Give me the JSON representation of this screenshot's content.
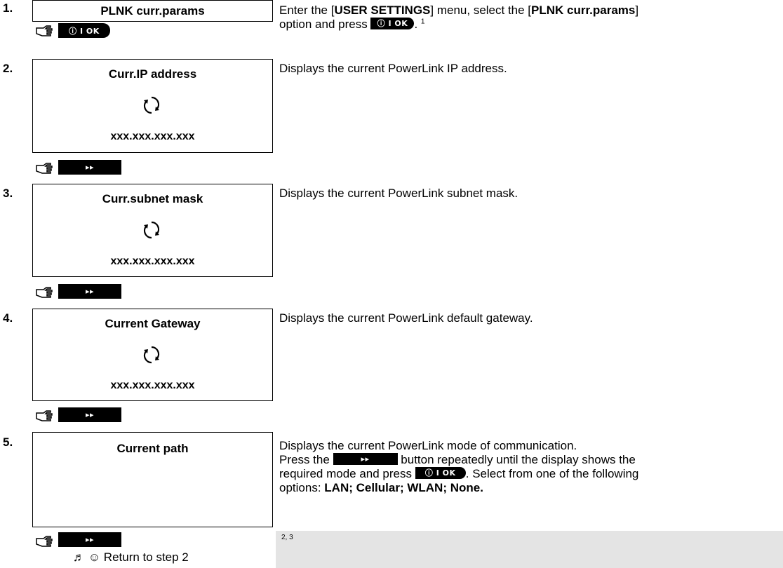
{
  "steps": [
    {
      "number": "1.",
      "display_title": "PLNK curr.params",
      "desc_pre": "Enter the [",
      "desc_menu": "USER SETTINGS",
      "desc_mid": "] menu, select the [",
      "desc_option": "PLNK curr.params",
      "desc_post1": "]",
      "desc_post2": "option and press",
      "desc_tail": ".",
      "footnote_ref": "1"
    },
    {
      "number": "2.",
      "display_title": "Curr.IP address",
      "display_value": "xxx.xxx.xxx.xxx",
      "description": "Displays the current PowerLink IP address."
    },
    {
      "number": "3.",
      "display_title": "Curr.subnet mask",
      "display_value": "xxx.xxx.xxx.xxx",
      "description": "Displays the current PowerLink subnet mask."
    },
    {
      "number": "4.",
      "display_title": "Current Gateway",
      "display_value": "xxx.xxx.xxx.xxx",
      "description": "Displays the current PowerLink default gateway."
    },
    {
      "number": "5.",
      "display_title": "Current path",
      "desc_line1": "Displays the current PowerLink mode of communication.",
      "desc_press": "Press the",
      "desc_repeat": "button repeatedly until the display shows the",
      "desc_required": "required mode and press",
      "desc_select": ". Select from one of the following",
      "desc_options_label": "options:",
      "desc_options": "LAN; Cellular; WLAN; None."
    }
  ],
  "keys": {
    "ok_label": "ⓘ I OK",
    "next_label": "▸▸"
  },
  "footnote_refs": "2, 3",
  "return_text": "♬ ☺ Return to step 2",
  "icons": {
    "hand": "pointing-hand-icon",
    "cycle": "cycle-arrows-icon",
    "music": "music-note-icon",
    "smiley": "smiley-icon"
  }
}
